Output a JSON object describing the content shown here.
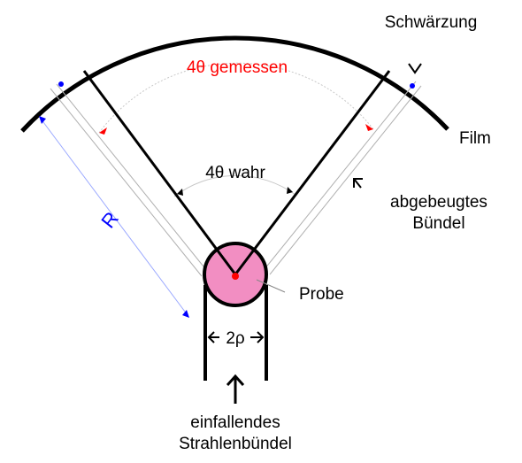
{
  "labels": {
    "measured_angle": "4θ gemessen",
    "true_angle": "4θ wahr",
    "blackening": "Schwärzung",
    "film": "Film",
    "diffracted_beam_line1": "abgebeugtes",
    "diffracted_beam_line2": "Bündel",
    "radius": "R",
    "sample": "Probe",
    "beam_diameter": "2ρ",
    "incident_beam_line1": "einfallendes",
    "incident_beam_line2": "Strahlenbündel"
  },
  "colors": {
    "outline": "#000000",
    "sample_fill": "#f28ec2",
    "sample_center": "#ff0000",
    "measured_label": "#ff0000",
    "radius_label": "#0000ff",
    "radius_arrow": "#0000ff",
    "guide_line": "#b0b0b0"
  }
}
